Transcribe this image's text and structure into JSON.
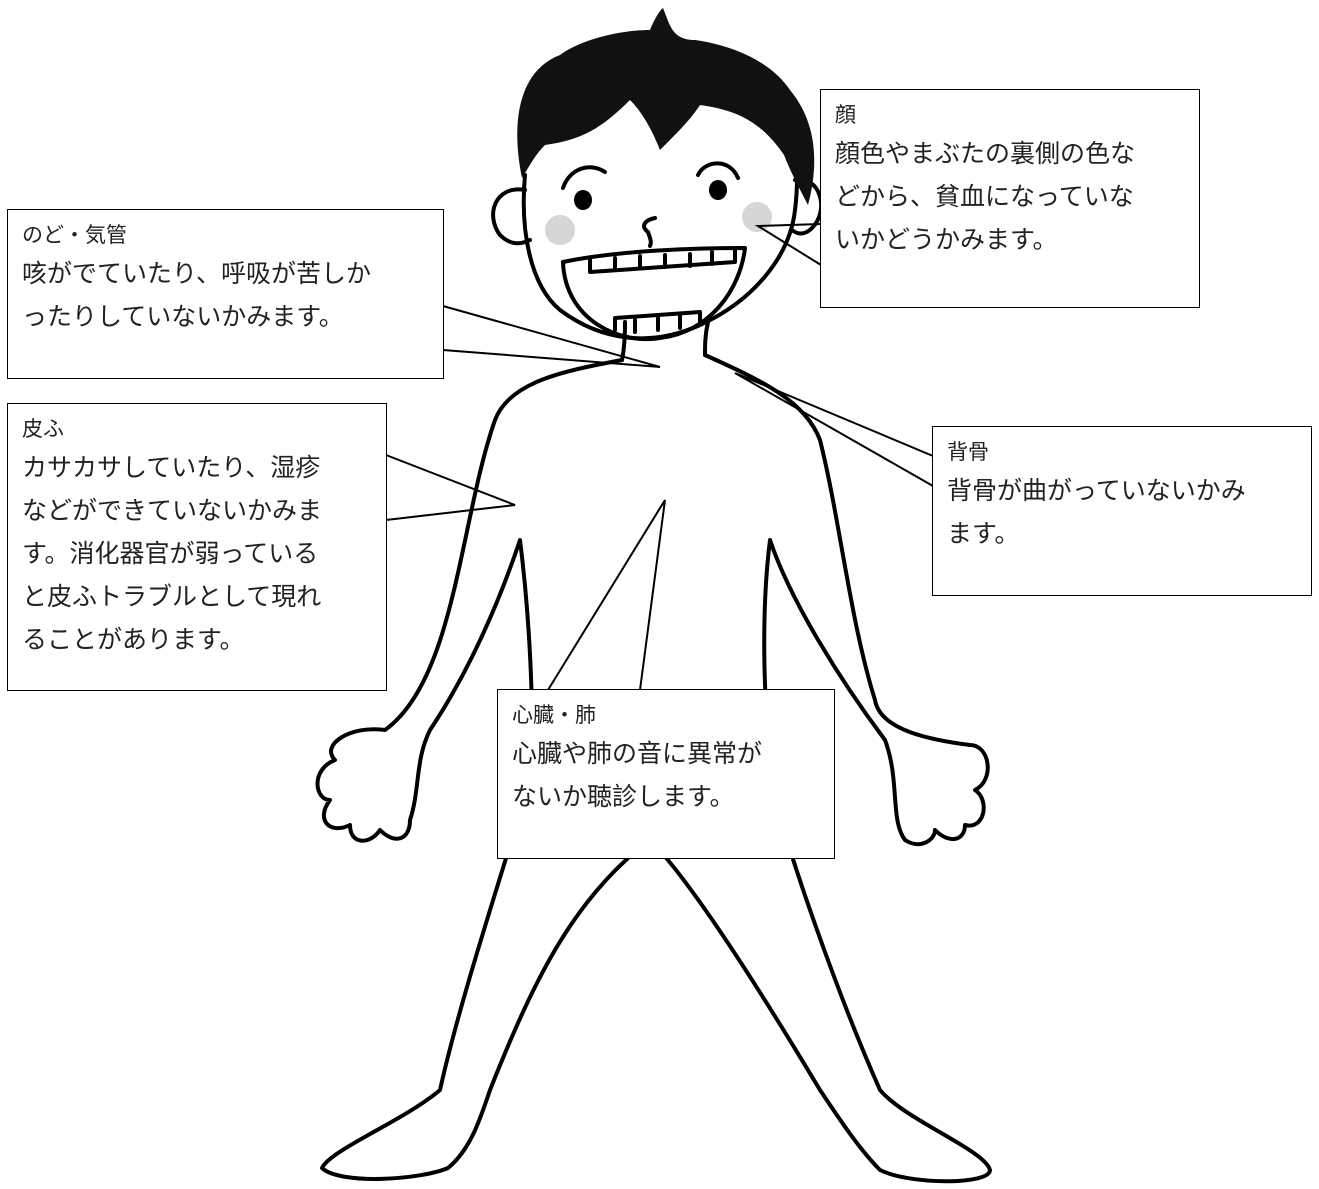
{
  "colors": {
    "line": "#000000",
    "hair": "#111111",
    "cheek": "#777777",
    "text": "#222222",
    "background": "#ffffff"
  },
  "callouts": {
    "face": {
      "title": "顔",
      "text": "顔色やまぶたの裏側の色な\nどから、貧血になっていな\nいかどうかみます。"
    },
    "throat": {
      "title": "のど・気管",
      "text": "咳がでていたり、呼吸が苦しか\nったりしていないかみます。"
    },
    "skin": {
      "title": "皮ふ",
      "text": "カサカサしていたり、湿疹\nなどができていないかみま\nす。消化器官が弱っている\nと皮ふトラブルとして現れ\nることがあります。"
    },
    "spine": {
      "title": "背骨",
      "text": "背骨が曲がっていないかみ\nます。"
    },
    "heart": {
      "title": "心臓・肺",
      "text": "心臓や肺の音に異常が\nないか聴診します。"
    }
  }
}
